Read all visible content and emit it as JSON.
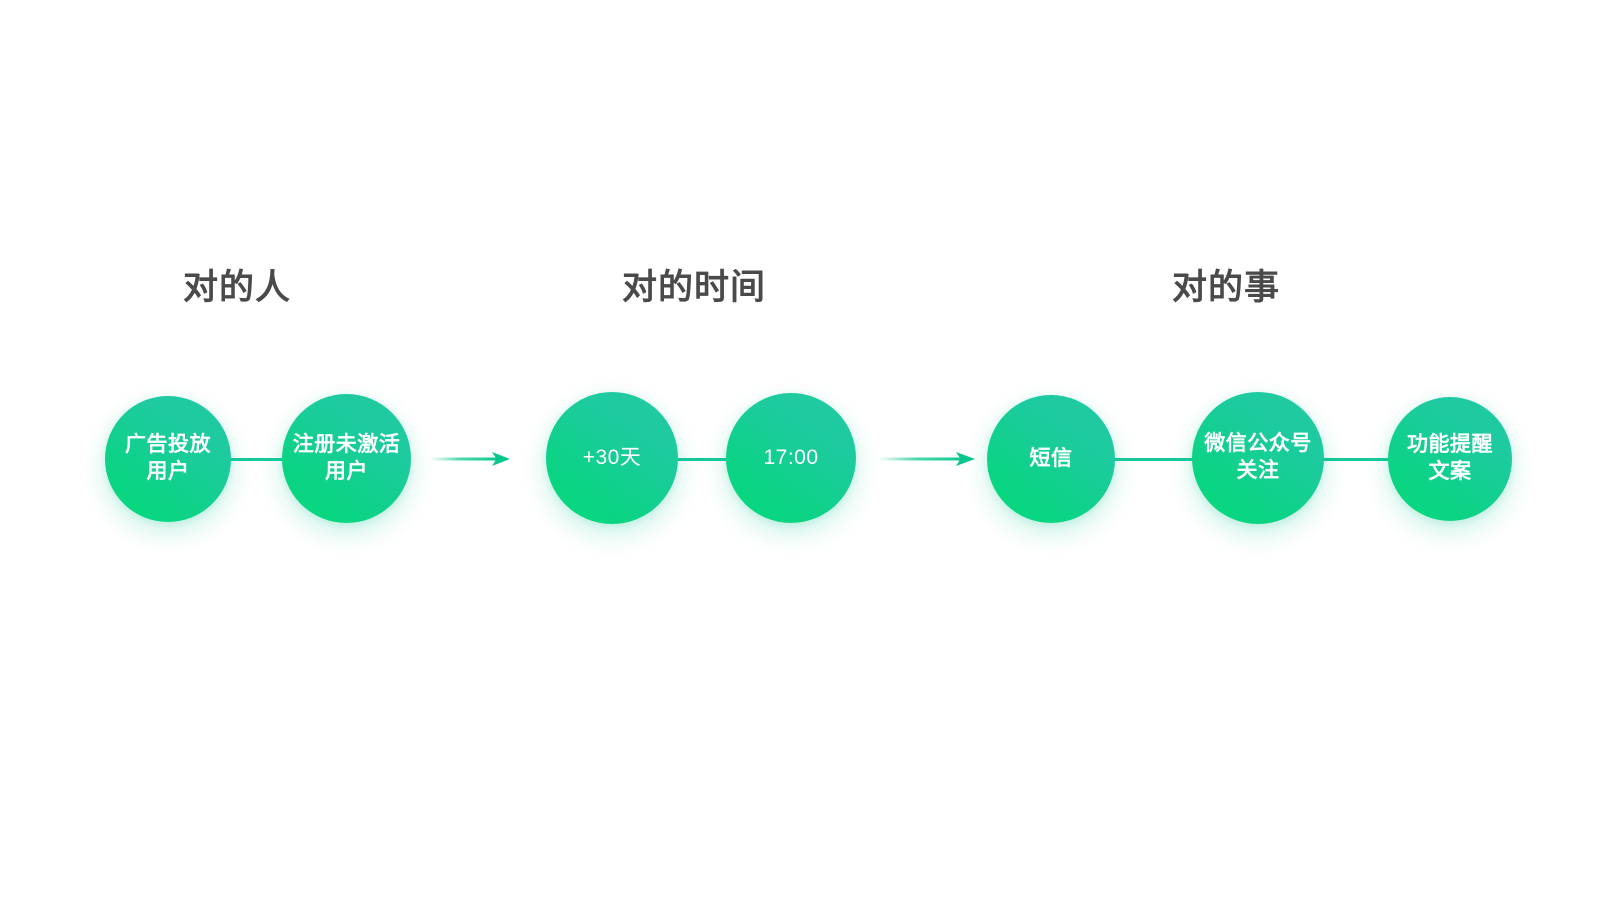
{
  "page": {
    "background_color": "#ffffff",
    "title_color": "#4a4a4a",
    "accent_color": "#14c99a",
    "node_gradient_from": "#23c9a5",
    "node_gradient_to": "#05d97c",
    "node_text_color": "#ffffff"
  },
  "diagram": {
    "type": "flow",
    "groups": [
      {
        "id": "right-person",
        "title": "对的人",
        "nodes": [
          {
            "id": "ad-users",
            "label": "广告投放\n用户",
            "script": "cjk"
          },
          {
            "id": "registered-inactive-users",
            "label": "注册未激活\n用户",
            "script": "cjk"
          }
        ]
      },
      {
        "id": "right-time",
        "title": "对的时间",
        "nodes": [
          {
            "id": "plus-30-days",
            "label": "+30天",
            "script": "latin"
          },
          {
            "id": "time-1700",
            "label": "17:00",
            "script": "latin"
          }
        ]
      },
      {
        "id": "right-thing",
        "title": "对的事",
        "nodes": [
          {
            "id": "sms",
            "label": "短信",
            "script": "cjk"
          },
          {
            "id": "wechat-official-account-follow",
            "label": "微信公众号\n关注",
            "script": "cjk"
          },
          {
            "id": "feature-reminder-copy",
            "label": "功能提醒\n文案",
            "script": "cjk"
          }
        ]
      }
    ],
    "arrows": [
      {
        "id": "arrow-people-to-time",
        "from": "right-person",
        "to": "right-time",
        "direction": "right"
      },
      {
        "id": "arrow-time-to-thing",
        "from": "right-time",
        "to": "right-thing",
        "direction": "right"
      }
    ]
  }
}
